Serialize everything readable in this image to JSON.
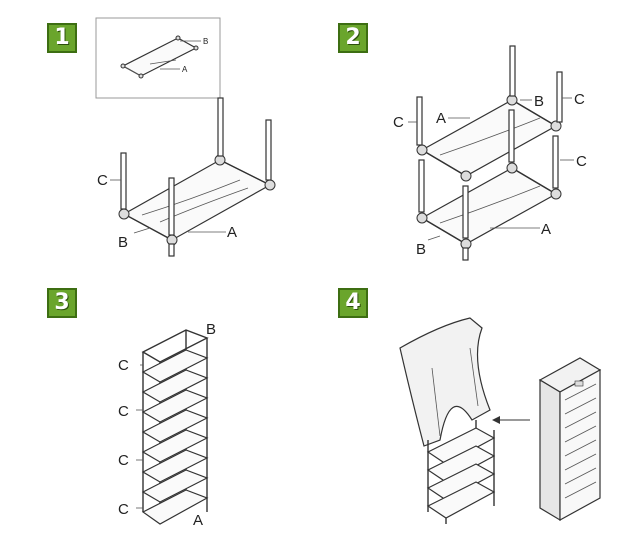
{
  "steps": [
    {
      "number": "1"
    },
    {
      "number": "2"
    },
    {
      "number": "3"
    },
    {
      "number": "4"
    }
  ],
  "parts": {
    "a": "A",
    "b": "B",
    "c": "C"
  },
  "colors": {
    "badge": "#6aa52c",
    "badge_border": "#3d6e12",
    "line": "#333333"
  }
}
